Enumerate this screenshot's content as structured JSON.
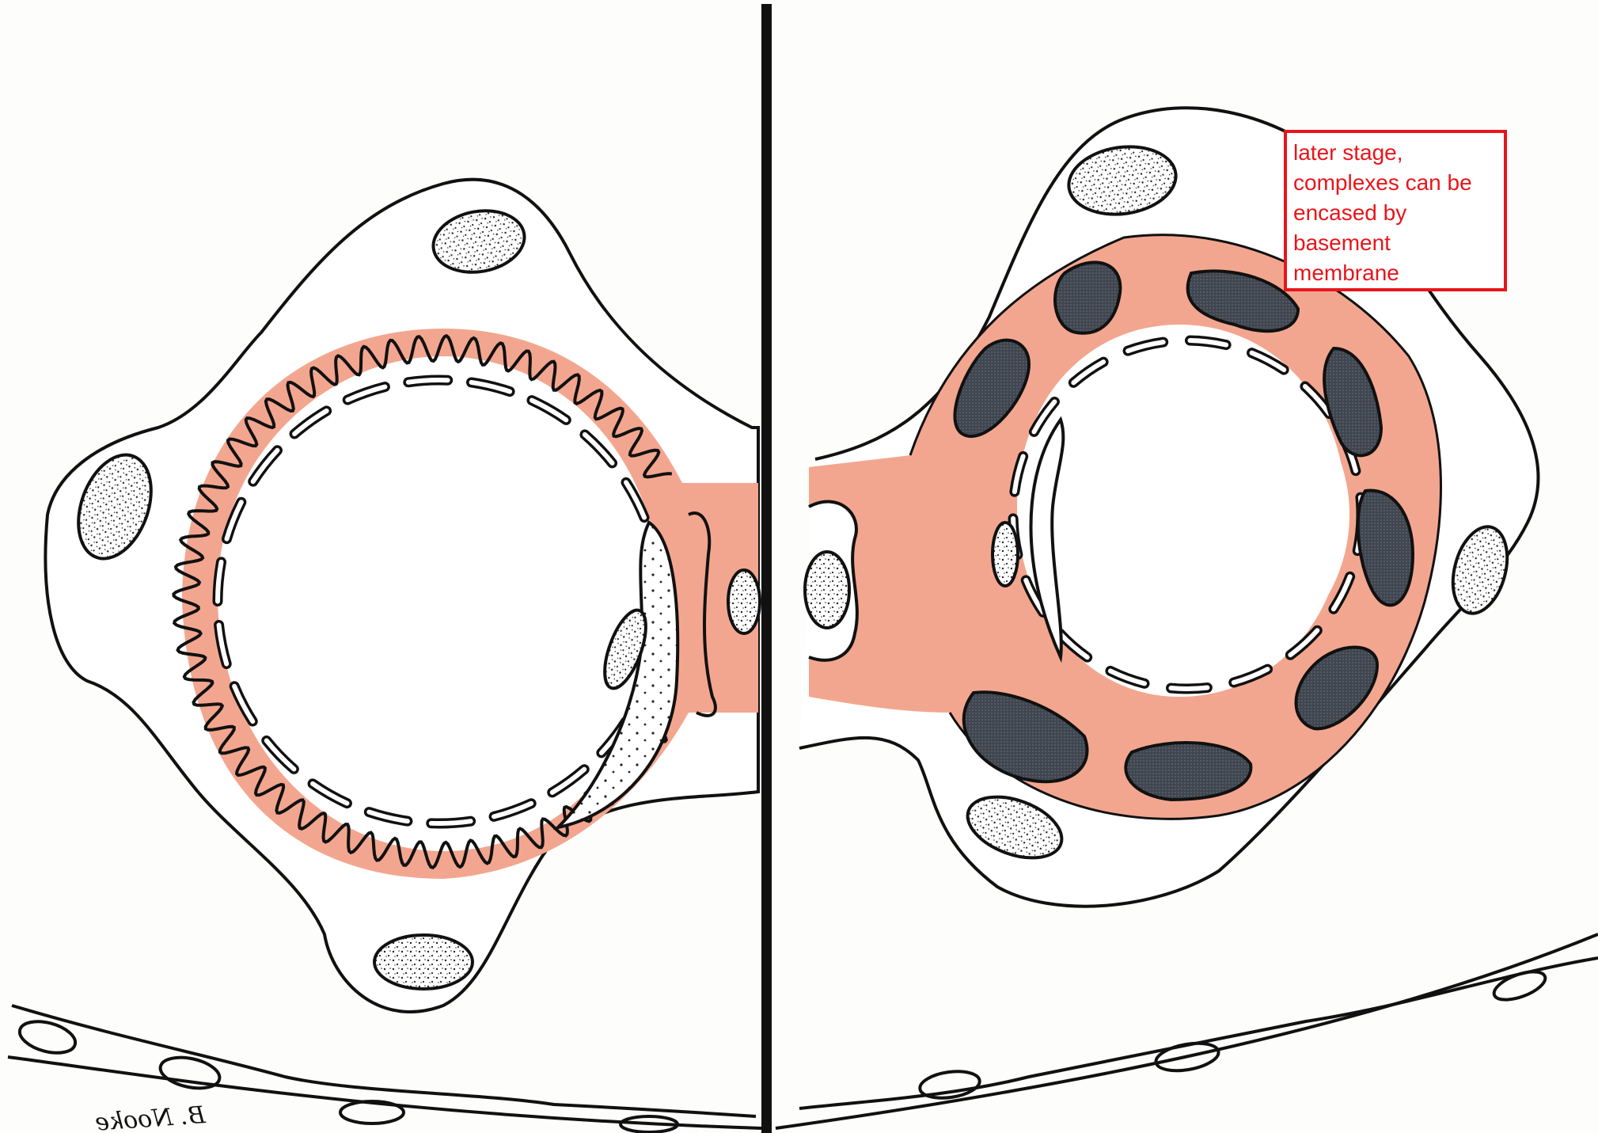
{
  "annotation": {
    "lines": [
      "later stage,",
      "complexes can be",
      "encased by",
      "basement",
      "membrane"
    ]
  },
  "signature": "B. Nooke",
  "colors": {
    "basement_membrane": "#f3a68f",
    "complex_fill": "#3f4650",
    "line": "#111111",
    "annotation": "#e8151b",
    "background": "#fdfdfb"
  }
}
